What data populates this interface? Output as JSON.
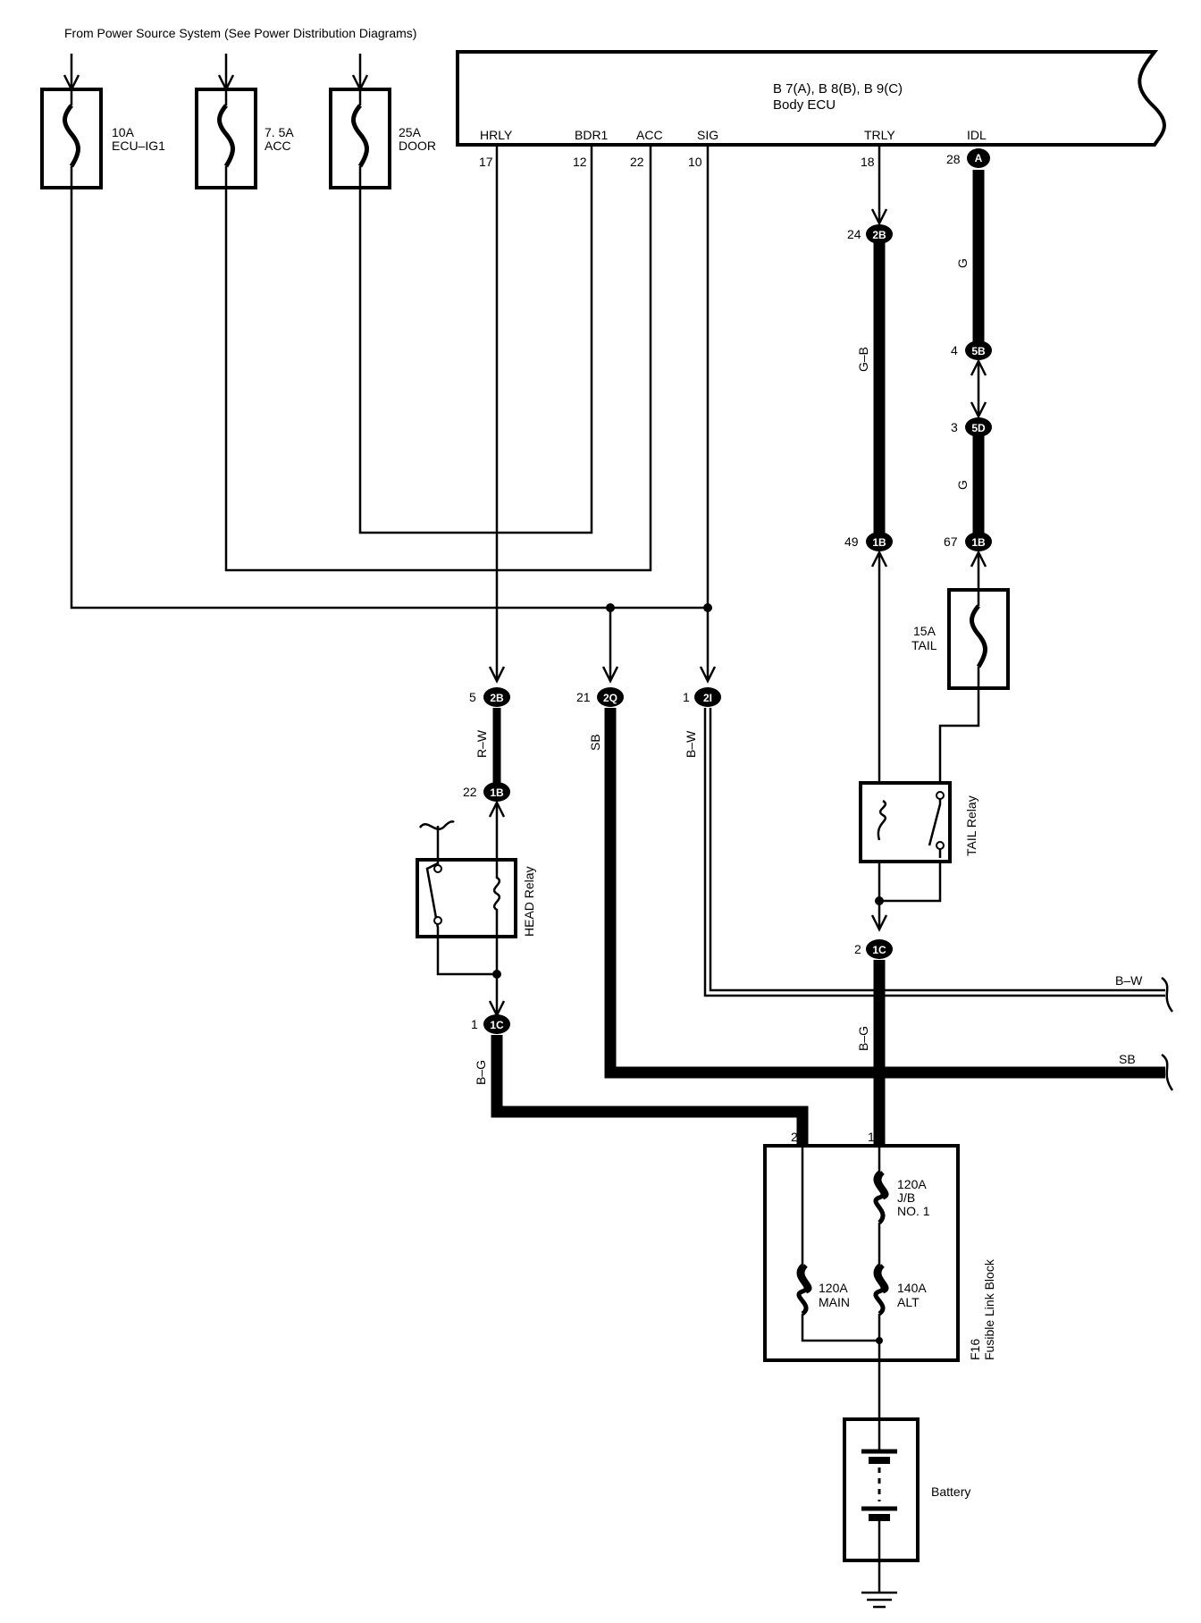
{
  "header": {
    "power_source": "From Power Source System (See Power Distribution Diagrams)"
  },
  "fuses": {
    "ecu_ig1": {
      "amp": "10A",
      "name": "ECU–IG1"
    },
    "acc": {
      "amp": "7. 5A",
      "name": "ACC"
    },
    "door": {
      "amp": "25A",
      "name": "DOOR"
    },
    "tail": {
      "amp": "15A",
      "name": "TAIL"
    }
  },
  "ecu": {
    "ref": "B 7(A), B 8(B), B 9(C)",
    "name": "Body ECU",
    "pins": [
      {
        "label": "HRLY",
        "num": "17"
      },
      {
        "label": "BDR1",
        "num": "12"
      },
      {
        "label": "ACC",
        "num": "22"
      },
      {
        "label": "SIG",
        "num": "10"
      },
      {
        "label": "TRLY",
        "num": "18"
      },
      {
        "label": "IDL",
        "num": "28",
        "connector": "A"
      }
    ]
  },
  "connectors": {
    "c24_2b": {
      "pin": "24",
      "id": "2B"
    },
    "c4_5b": {
      "pin": "4",
      "id": "5B"
    },
    "c3_5d": {
      "pin": "3",
      "id": "5D"
    },
    "c49_1b": {
      "pin": "49",
      "id": "1B"
    },
    "c67_1b": {
      "pin": "67",
      "id": "1B"
    },
    "c5_2b": {
      "pin": "5",
      "id": "2B"
    },
    "c21_2q": {
      "pin": "21",
      "id": "2Q"
    },
    "c1_2i": {
      "pin": "1",
      "id": "2I"
    },
    "c22_1b": {
      "pin": "22",
      "id": "1B"
    },
    "c2_1c": {
      "pin": "2",
      "id": "1C"
    },
    "c1_1c": {
      "pin": "1",
      "id": "1C"
    }
  },
  "wire_colors": {
    "g_top": "G",
    "gb": "G–B",
    "g_mid": "G",
    "rw": "R–W",
    "sb": "SB",
    "bw": "B–W",
    "bg_right": "B–G",
    "bg_left": "B–G",
    "bw_out": "B–W",
    "sb_out": "SB"
  },
  "relays": {
    "head": "HEAD Relay",
    "tail": "TAIL Relay"
  },
  "fusible_link_block": {
    "ref": "F16",
    "name": "Fusible Link Block",
    "pin_left": "2",
    "pin_right": "1",
    "jb": {
      "amp": "120A",
      "l1": "J/B",
      "l2": "NO. 1"
    },
    "main": {
      "amp": "120A",
      "name": "MAIN"
    },
    "alt": {
      "amp": "140A",
      "name": "ALT"
    }
  },
  "battery": {
    "label": "Battery"
  }
}
